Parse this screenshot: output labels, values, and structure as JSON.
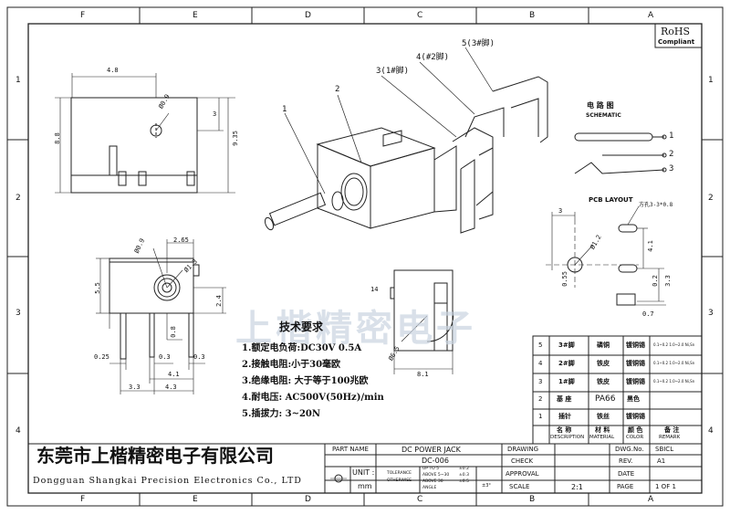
{
  "columns_top": [
    "F",
    "E",
    "D",
    "C",
    "B",
    "A"
  ],
  "rows_left": [
    "1",
    "2",
    "3",
    "4"
  ],
  "rohs": {
    "line1": "RoHS",
    "line2": "Compliant"
  },
  "callouts": {
    "c1": "1",
    "c2": "2",
    "c3": "3(1#脚)",
    "c4": "4(#2脚)",
    "c5": "5(3#脚)"
  },
  "schematic": {
    "title": "电 路 图",
    "subtitle": "SCHEMATIC",
    "pins": [
      "1",
      "2",
      "3"
    ]
  },
  "pcb": {
    "title": "PCB LAYOUT",
    "hole_note": "方孔3-3*0.8",
    "d12": "Ø1.2",
    "d41": "4.1",
    "d02": "0.2",
    "d33": "3.3",
    "d07": "0.7",
    "d055": "0.55",
    "d3": "3"
  },
  "top_view_dims": {
    "w48": "4.8",
    "h88": "8.8",
    "h935": "9.35",
    "d3": "3",
    "d09": "Ø0.9"
  },
  "front_view_dims": {
    "d265": "2.65",
    "d13": "Ø1.3",
    "d09": "Ø0.9",
    "d55": "5.5",
    "d24": "2.4",
    "d08": "0.8",
    "d025": "0.25",
    "d03a": "0.3",
    "d03b": "0.3",
    "d41": "4.1",
    "d33": "3.3",
    "d43": "4.3"
  },
  "side_view_dims": {
    "d65": "Ø6.5",
    "d81": "8.1",
    "d14": "14"
  },
  "tech_req": {
    "title": "技术要求",
    "items": [
      "1.额定电负荷:DC30V 0.5A",
      "2.接触电阻:小于30毫欧",
      "3.绝缘电阻: 大于等于100兆欧",
      "4.耐电压: AC500V(50Hz)/min",
      "5.插拔力: 3~20N"
    ]
  },
  "watermark": "上楷精密电子",
  "bom": {
    "rows": [
      {
        "no": "5",
        "name": "3#脚",
        "mat": "磷铜",
        "note": "镀铜锡",
        "spec": "0.1~0.2 1.0~2.0 Ni,Sn"
      },
      {
        "no": "4",
        "name": "2#脚",
        "mat": "铁皮",
        "note": "镀铜锡",
        "spec": "0.1~0.2 1.0~2.0 Ni,Sn"
      },
      {
        "no": "3",
        "name": "1#脚",
        "mat": "铁皮",
        "note": "镀铜锡",
        "spec": "0.1~0.2 1.0~2.0 Ni,Sn"
      },
      {
        "no": "2",
        "name": "基 座",
        "mat": "PA66",
        "note": "黑色",
        "spec": ""
      },
      {
        "no": "1",
        "name": "插针",
        "mat": "铁丝",
        "note": "镀铜锡",
        "spec": ""
      }
    ],
    "header": {
      "no": "",
      "name": "名 称",
      "name_en": "DESCRIPTION",
      "mat": "材 料",
      "mat_en": "MATERIAL",
      "color": "颜 色",
      "color_en": "COLOR",
      "remark": "备 注",
      "remark_en": "REMARK"
    }
  },
  "title_block": {
    "company_cn": "东莞市上楷精密电子有限公司",
    "company_en": "Dongguan Shangkai Precision Electronics Co., LTD",
    "part_name_label": "PART NAME",
    "part_name": "DC POWER JACK",
    "part_no": "DC-006",
    "unit_label": "UNIT :",
    "unit": "mm",
    "tol_label": "TOLERANCE",
    "otherwise": "OTHERWISE",
    "tol_rows": [
      [
        "UP TO 5",
        "±0.2"
      ],
      [
        "ABOVE 5~30",
        "±0.3"
      ],
      [
        "ABOVE 30",
        "±0.5"
      ]
    ],
    "angle": "ANGLE",
    "angle_tol": "±3°",
    "drawing": "DRAWING",
    "check": "CHECK",
    "approval": "APPROVAL",
    "scale_label": "SCALE",
    "scale": "2:1",
    "dwg_no_label": "DWG.No.",
    "dwg_no": "SBICL",
    "rev_label": "REV.",
    "rev": "A1",
    "date_label": "DATE",
    "page_label": "PAGE",
    "page": "1 OF 1"
  }
}
